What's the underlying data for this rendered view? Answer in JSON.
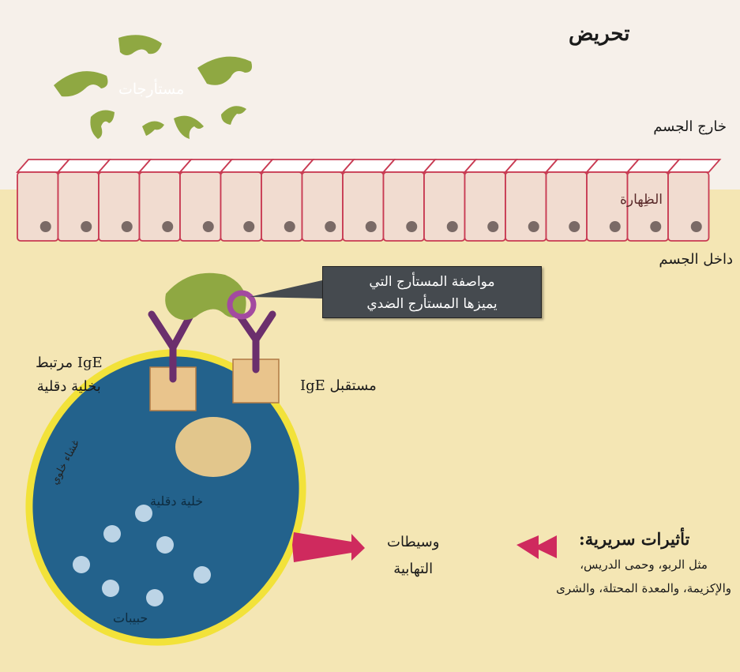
{
  "title": "تحريض",
  "labels": {
    "outside_body": "خارج الجسم",
    "inside_body": "داخل الجسم",
    "epithelium": "الظِهارة",
    "antigens": "مستأرجات",
    "callout_line1": "مواصفة المستأرج التي",
    "callout_line2": "يميزها المستأرج الضدي",
    "ige_bound_line1": "IgE مرتبط",
    "ige_bound_line2": "بخلية دقلية",
    "ige_receptor": "مستقبل IgE",
    "cell_membrane": "غشاء خلوي",
    "mast_cell": "خلية دقلية",
    "granules": "حبيبات",
    "mediators_line1": "وسيطات",
    "mediators_line2": "التهابية",
    "effects_title": "تأثيرات سريرية:",
    "effects_line1": "مثل الربو، وحمى الدريس،",
    "effects_line2": "والإكزيمة، والمعدة المحتلة، والشرى"
  },
  "colors": {
    "outside_background": "#f6f0ea",
    "inside_background": "#f4e6b4",
    "antigen": "#8fa842",
    "cell_wall": "#c83a52",
    "cell_fill": "#f1dcd0",
    "nucleus": "#7a6a66",
    "mast_cell": "#23628c",
    "membrane": "#f2e23a",
    "nucleus_mast": "#e2c68c",
    "granule": "#bcd4e6",
    "antibody": "#6b2f6d",
    "receptor_box": "#e9c48c",
    "arrow": "#cf2a5e"
  }
}
